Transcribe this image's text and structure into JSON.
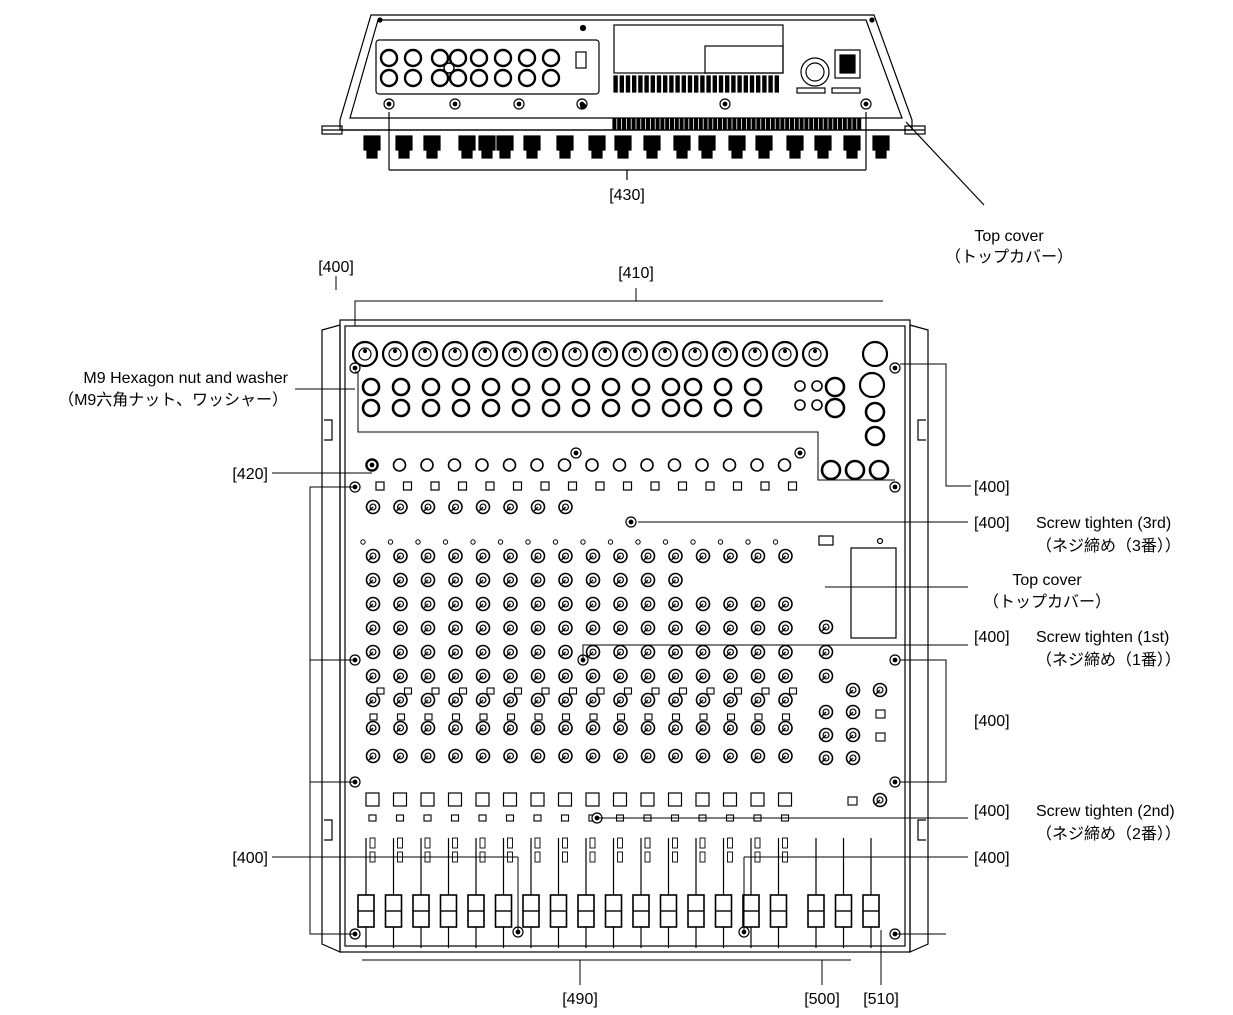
{
  "labels": {
    "part_430": "[430]",
    "part_400": "[400]",
    "part_410": "[410]",
    "part_420": "[420]",
    "part_490": "[490]",
    "part_500": "[500]",
    "part_510": "[510]",
    "top_cover_en": "Top cover",
    "top_cover_jp": "（トップカバー）",
    "hex_nut_en": "M9 Hexagon nut and washer",
    "hex_nut_jp": "（M9六角ナット、ワッシャー）",
    "screw_3rd_en": "Screw tighten (3rd)",
    "screw_3rd_jp": "（ネジ締め（3番））",
    "screw_1st_en": "Screw tighten (1st)",
    "screw_1st_jp": "（ネジ締め（1番））",
    "screw_2nd_en": "Screw tighten (2nd)",
    "screw_2nd_jp": "（ネジ締め（2番））"
  }
}
